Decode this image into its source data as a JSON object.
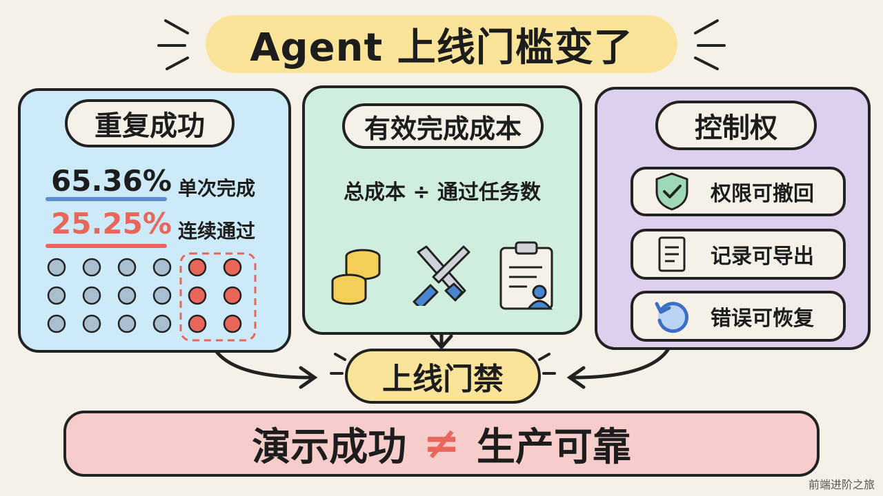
{
  "title": "Agent 上线门槛变了",
  "panels": {
    "repeat_success": {
      "title": "重复成功",
      "single_rate": "65.36%",
      "single_label": "单次完成",
      "consecutive_rate": "25.25%",
      "consecutive_label": "连续通过",
      "dots_grid": {
        "rows": 3,
        "cols": 6,
        "highlighted_cols": 2,
        "normal_color": "#a9bfcf",
        "highlight_color": "#e8665a"
      }
    },
    "effective_cost": {
      "title": "有效完成成本",
      "formula": "总成本 ÷ 通过任务数",
      "icons": [
        "coins-icon",
        "tools-icon",
        "clipboard-user-icon"
      ]
    },
    "control": {
      "title": "控制权",
      "items": [
        {
          "label": "权限可撤回",
          "icon": "shield-check-icon"
        },
        {
          "label": "记录可导出",
          "icon": "document-icon"
        },
        {
          "label": "错误可恢复",
          "icon": "undo-icon"
        }
      ]
    }
  },
  "gate": {
    "label": "上线门禁"
  },
  "bottom": {
    "left": "演示成功",
    "symbol": "≠",
    "right": "生产可靠"
  },
  "watermark": "前端进阶之旅",
  "colors": {
    "title_bg": "#f9e49a",
    "panel_blue": "#cdeaf8",
    "panel_green": "#cfeede",
    "panel_purple": "#ddd0ef",
    "bottom_bg": "#f6cdca",
    "accent_red": "#e8665a",
    "accent_blue": "#5b8fd3"
  }
}
